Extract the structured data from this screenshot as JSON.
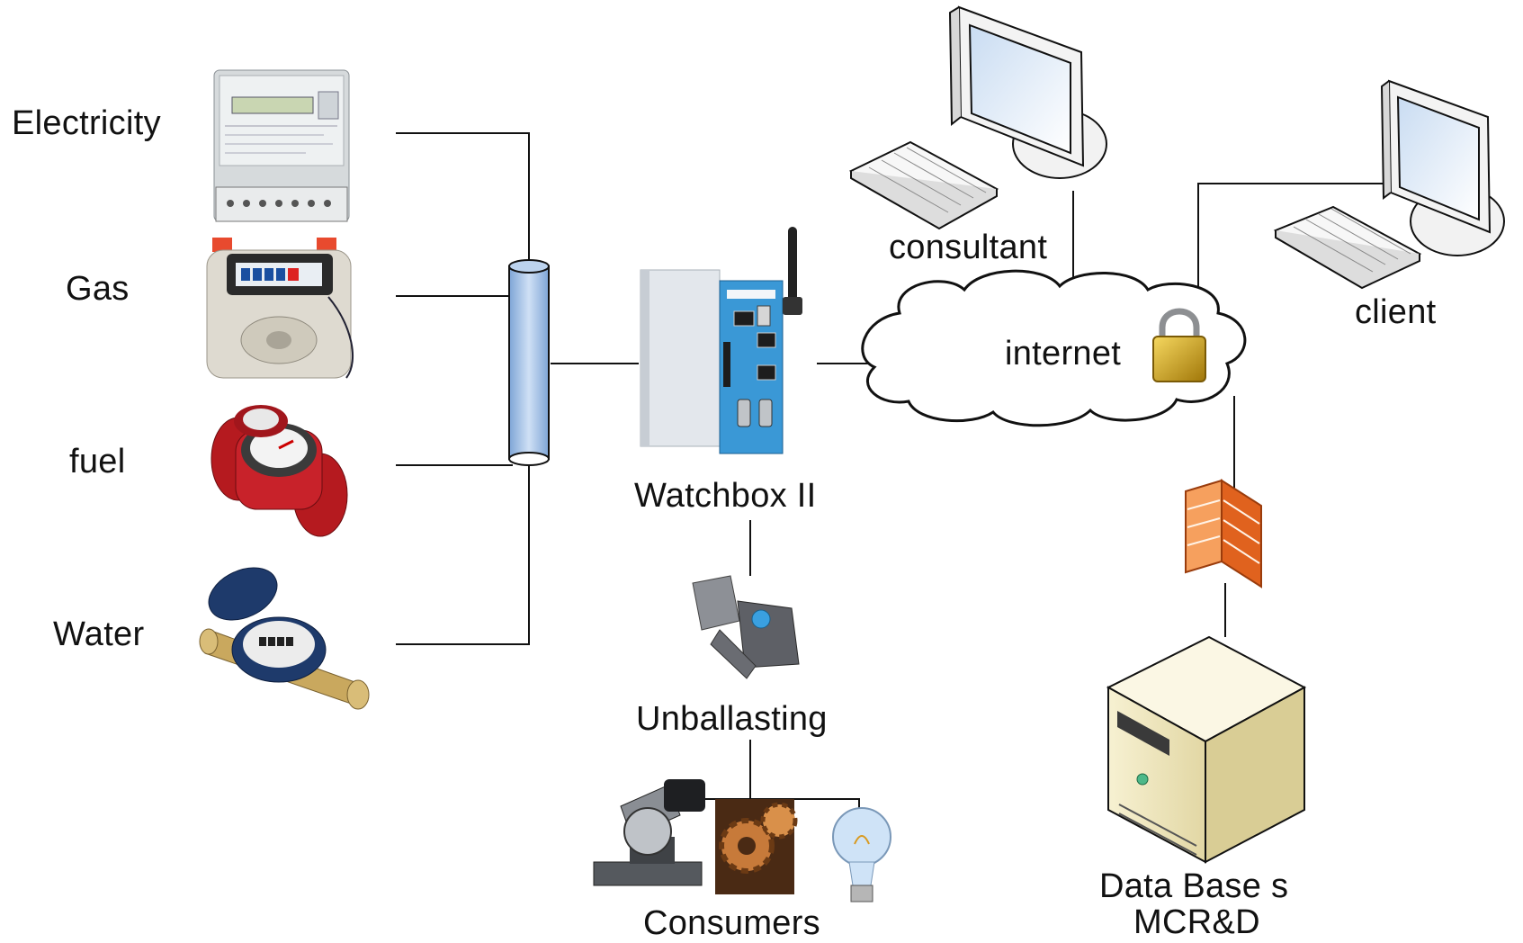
{
  "meters": {
    "electricity": "Electricity",
    "gas": "Gas",
    "fuel": "fuel",
    "water": "Water"
  },
  "watchbox": "Watchbox II",
  "unballasting": "Unballasting",
  "consumers": "Consumers",
  "consultant": "consultant",
  "client": "client",
  "internet": "internet",
  "database": {
    "line1": "Data Base s",
    "line2": "MCR&D"
  },
  "icons": [
    "electricity-meter-icon",
    "gas-meter-icon",
    "fuel-meter-icon",
    "water-meter-icon",
    "bus-pipe-icon",
    "watchbox-device-icon",
    "antenna-icon",
    "relay-module-icon",
    "saw-icon",
    "gears-icon",
    "lightbulb-icon",
    "monitor-icon",
    "keyboard-icon",
    "cloud-icon",
    "padlock-icon",
    "firewall-icon",
    "server-icon"
  ],
  "colors": {
    "line": "#111111",
    "pipe": "#a9c6ea",
    "watchbox_accent": "#2f8fd0",
    "firewall": "#f08a3a",
    "padlock": "#d8a814",
    "server": "#efe6b8"
  }
}
